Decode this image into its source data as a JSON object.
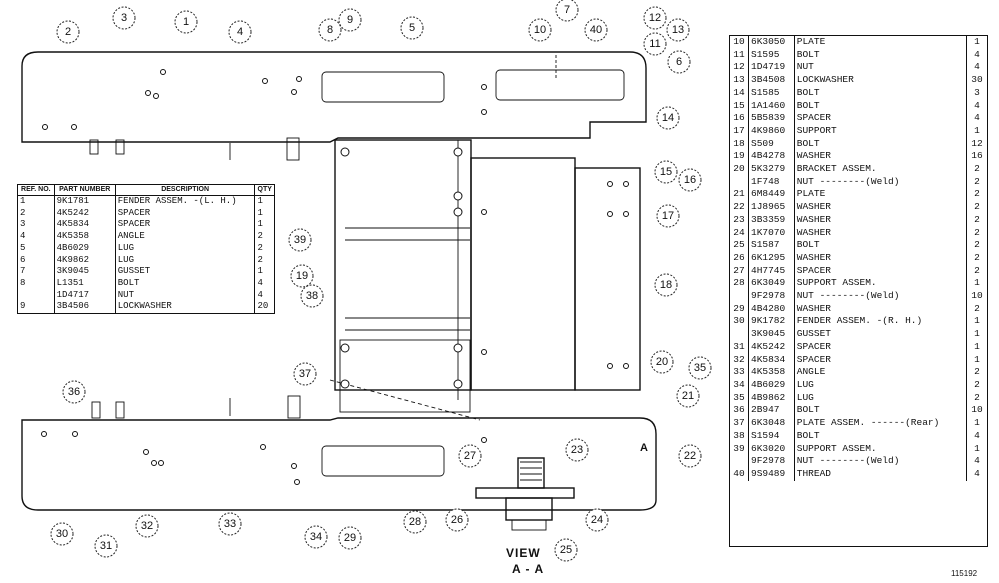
{
  "callouts": [
    "1",
    "2",
    "3",
    "4",
    "5",
    "6",
    "7",
    "8",
    "9",
    "10",
    "11",
    "12",
    "13",
    "14",
    "15",
    "16",
    "17",
    "18",
    "19",
    "20",
    "21",
    "22",
    "23",
    "24",
    "25",
    "26",
    "27",
    "28",
    "29",
    "30",
    "31",
    "32",
    "33",
    "34",
    "35",
    "36",
    "37",
    "38",
    "39",
    "40"
  ],
  "left_table": {
    "headers": [
      "REF. NO.",
      "PART NUMBER",
      "DESCRIPTION",
      "QTY"
    ],
    "rows": [
      {
        "ref": "1",
        "part": "9K1781",
        "desc": "FENDER ASSEM.    -(L. H.)",
        "qty": "1"
      },
      {
        "ref": "2",
        "part": "4K5242",
        "desc": "SPACER",
        "qty": "1"
      },
      {
        "ref": "3",
        "part": "4K5834",
        "desc": "SPACER",
        "qty": "1"
      },
      {
        "ref": "4",
        "part": "4K5358",
        "desc": "ANGLE",
        "qty": "2"
      },
      {
        "ref": "5",
        "part": "4B6029",
        "desc": "LUG",
        "qty": "2"
      },
      {
        "ref": "6",
        "part": "4K9862",
        "desc": "LUG",
        "qty": "2"
      },
      {
        "ref": "7",
        "part": "3K9045",
        "desc": "GUSSET",
        "qty": "1"
      },
      {
        "ref": "8",
        "part": "L1351",
        "desc": "BOLT",
        "qty": "4"
      },
      {
        "ref": "",
        "part": "1D4717",
        "desc": "NUT",
        "qty": "4"
      },
      {
        "ref": "9",
        "part": "3B4506",
        "desc": "LOCKWASHER",
        "qty": "20"
      }
    ]
  },
  "right_table": {
    "rows": [
      {
        "ref": "10",
        "part": "6K3050",
        "desc": "PLATE",
        "qty": "1"
      },
      {
        "ref": "11",
        "part": "S1595",
        "desc": "BOLT",
        "qty": "4"
      },
      {
        "ref": "12",
        "part": "1D4719",
        "desc": "NUT",
        "qty": "4"
      },
      {
        "ref": "13",
        "part": "3B4508",
        "desc": "LOCKWASHER",
        "qty": "30"
      },
      {
        "ref": "14",
        "part": "S1585",
        "desc": "BOLT",
        "qty": "3"
      },
      {
        "ref": "15",
        "part": "1A1460",
        "desc": "BOLT",
        "qty": "4"
      },
      {
        "ref": "16",
        "part": "5B5839",
        "desc": "SPACER",
        "qty": "4"
      },
      {
        "ref": "17",
        "part": "4K9860",
        "desc": "SUPPORT",
        "qty": "1"
      },
      {
        "ref": "18",
        "part": "S509",
        "desc": "BOLT",
        "qty": "12"
      },
      {
        "ref": "19",
        "part": "4B4278",
        "desc": "WASHER",
        "qty": "16"
      },
      {
        "ref": "20",
        "part": "5K3279",
        "desc": "BRACKET ASSEM.",
        "qty": "2"
      },
      {
        "ref": "",
        "part": "1F748",
        "desc": "    NUT --------(Weld)",
        "qty": "2"
      },
      {
        "ref": "21",
        "part": "6M8449",
        "desc": "PLATE",
        "qty": "2"
      },
      {
        "ref": "22",
        "part": "1J8965",
        "desc": "WASHER",
        "qty": "2"
      },
      {
        "ref": "23",
        "part": "3B3359",
        "desc": "WASHER",
        "qty": "2"
      },
      {
        "ref": "24",
        "part": "1K7070",
        "desc": "WASHER",
        "qty": "2"
      },
      {
        "ref": "25",
        "part": "S1587",
        "desc": "BOLT",
        "qty": "2"
      },
      {
        "ref": "26",
        "part": "6K1295",
        "desc": "WASHER",
        "qty": "2"
      },
      {
        "ref": "27",
        "part": "4H7745",
        "desc": "SPACER",
        "qty": "2"
      },
      {
        "ref": "28",
        "part": "6K3049",
        "desc": "SUPPORT ASSEM.",
        "qty": "1"
      },
      {
        "ref": "",
        "part": "9F2978",
        "desc": "    NUT --------(Weld)",
        "qty": "10"
      },
      {
        "ref": "29",
        "part": "4B4280",
        "desc": "WASHER",
        "qty": "2"
      },
      {
        "ref": "30",
        "part": "9K1782",
        "desc": "FENDER ASSEM.    -(R. H.)",
        "qty": "1"
      },
      {
        "ref": "",
        "part": "3K9045",
        "desc": "    GUSSET",
        "qty": "1"
      },
      {
        "ref": "31",
        "part": "4K5242",
        "desc": "SPACER",
        "qty": "1"
      },
      {
        "ref": "32",
        "part": "4K5834",
        "desc": "SPACER",
        "qty": "1"
      },
      {
        "ref": "33",
        "part": "4K5358",
        "desc": "ANGLE",
        "qty": "2"
      },
      {
        "ref": "34",
        "part": "4B6029",
        "desc": "LUG",
        "qty": "2"
      },
      {
        "ref": "35",
        "part": "4B9862",
        "desc": "LUG",
        "qty": "2"
      },
      {
        "ref": "36",
        "part": "2B947",
        "desc": "BOLT",
        "qty": "10"
      },
      {
        "ref": "37",
        "part": "6K3048",
        "desc": "PLATE ASSEM.  ------(Rear)",
        "qty": "1"
      },
      {
        "ref": "38",
        "part": "S1594",
        "desc": "BOLT",
        "qty": "4"
      },
      {
        "ref": "39",
        "part": "6K3020",
        "desc": "SUPPORT ASSEM.",
        "qty": "1"
      },
      {
        "ref": "",
        "part": "9F2978",
        "desc": "    NUT --------(Weld)",
        "qty": "4"
      },
      {
        "ref": "40",
        "part": "9S9489",
        "desc": "THREAD",
        "qty": "4"
      }
    ]
  },
  "view_label": "VIEW",
  "section_label": "A - A",
  "section_marker": "A",
  "figure_number": "115192"
}
